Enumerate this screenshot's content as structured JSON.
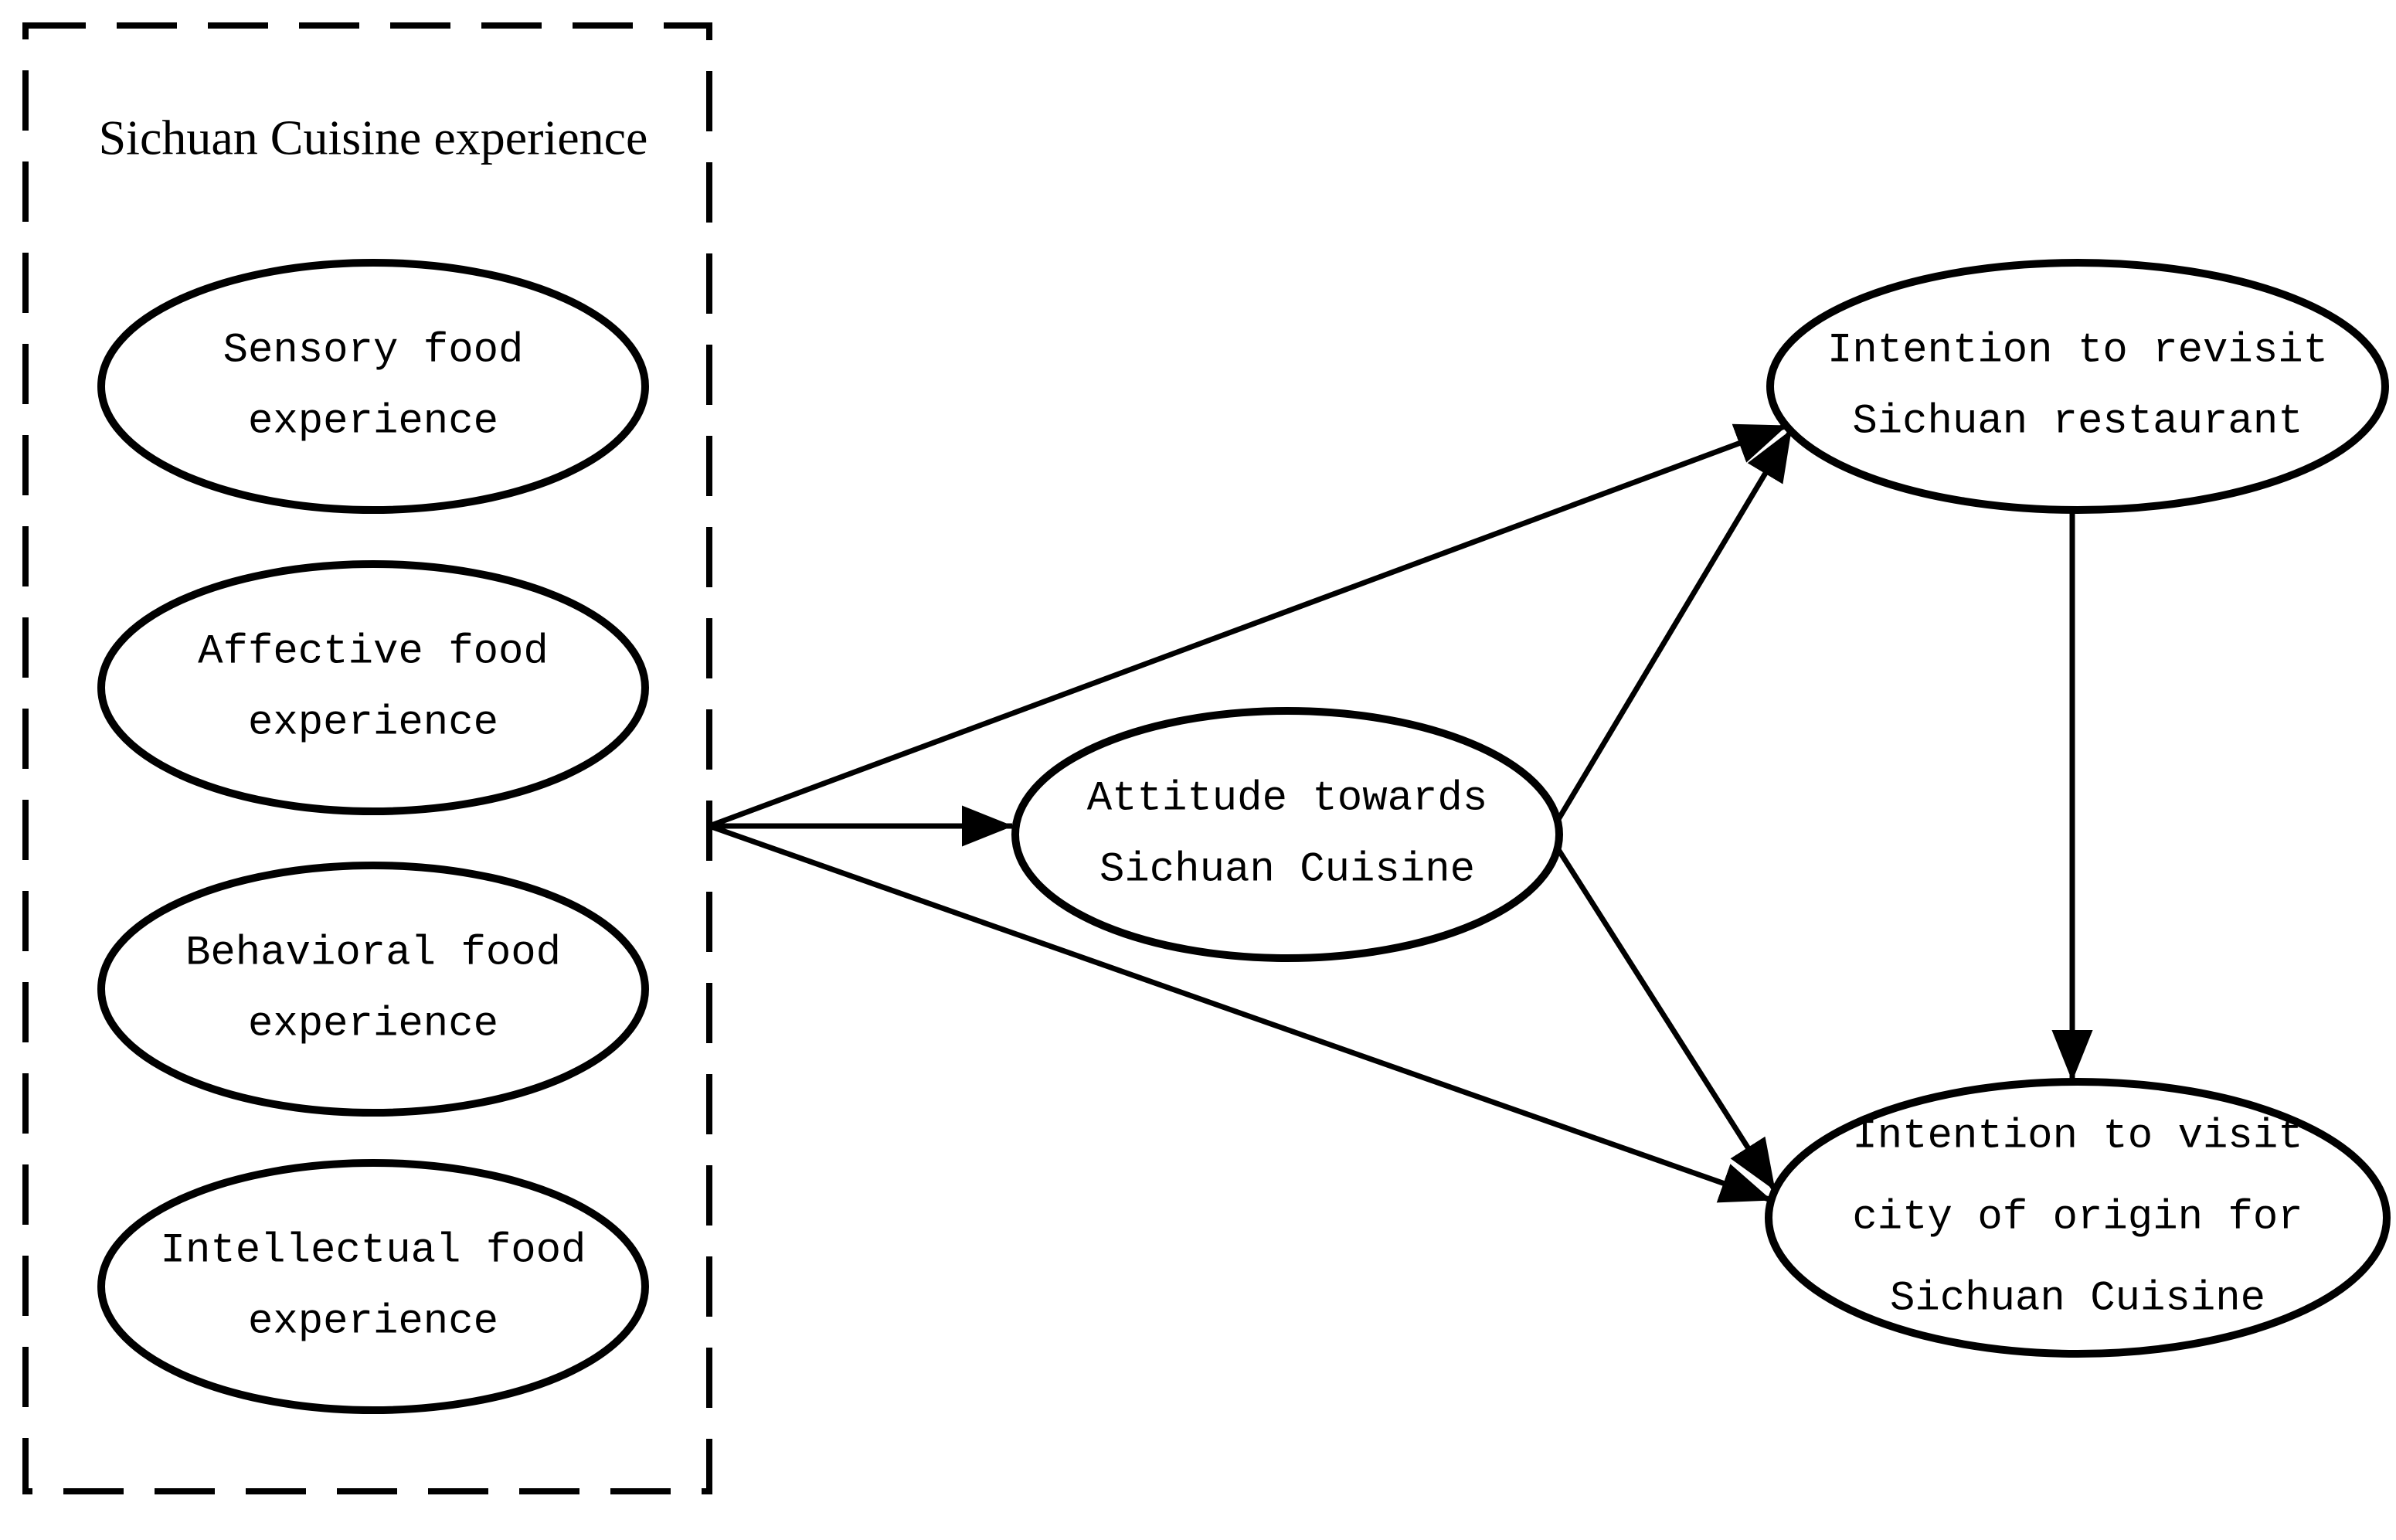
{
  "figure": {
    "type": "path-model-diagram",
    "colors": {
      "ink": "#000000",
      "background": "#ffffff"
    },
    "group": {
      "title": "Sichuan Cuisine experience"
    },
    "nodes": {
      "sensory": {
        "label": "Sensory food experience",
        "lines": [
          "Sensory food",
          "experience"
        ]
      },
      "affective": {
        "label": "Affective food experience",
        "lines": [
          "Affective food",
          "experience"
        ]
      },
      "behavioral": {
        "label": "Behavioral food experience",
        "lines": [
          "Behavioral food",
          "experience"
        ]
      },
      "intellectual": {
        "label": "Intellectual food experience",
        "lines": [
          "Intellectual food",
          "experience"
        ]
      },
      "attitude": {
        "label": "Attitude towards Sichuan Cuisine",
        "lines": [
          "Attitude towards",
          "Sichuan Cuisine"
        ]
      },
      "revisit": {
        "label": "Intention to revisit Sichuan restaurant",
        "lines": [
          "Intention to revisit",
          "Sichuan restaurant"
        ]
      },
      "visit_city": {
        "label": "Intention to visit city of origin for Sichuan Cuisine",
        "lines": [
          "Intention to visit",
          "city of origin for",
          "Sichuan Cuisine"
        ]
      }
    },
    "edges": [
      {
        "from": "sichuan-cuisine-experience-group",
        "to": "attitude-towards-sichuan-cuisine"
      },
      {
        "from": "sichuan-cuisine-experience-group",
        "to": "intention-to-revisit-sichuan-restaurant"
      },
      {
        "from": "sichuan-cuisine-experience-group",
        "to": "intention-to-visit-city-of-origin"
      },
      {
        "from": "attitude-towards-sichuan-cuisine",
        "to": "intention-to-revisit-sichuan-restaurant"
      },
      {
        "from": "attitude-towards-sichuan-cuisine",
        "to": "intention-to-visit-city-of-origin"
      },
      {
        "from": "intention-to-revisit-sichuan-restaurant",
        "to": "intention-to-visit-city-of-origin"
      }
    ]
  }
}
